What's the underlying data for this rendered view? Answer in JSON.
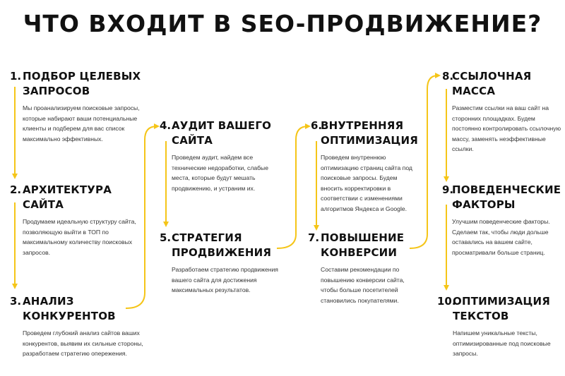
{
  "title": "ЧТО ВХОДИТ В SEO-ПРОДВИЖЕНИЕ?",
  "accent_color": "#F5C518",
  "steps": [
    {
      "num": "1.",
      "title": "ПОДБОР ЦЕЛЕВЫХ ЗАПРОСОВ",
      "desc": "Мы проанализируем поисковые запросы, которые набирают ваши потенциальные клиенты и подберем для вас список максимально эффективных."
    },
    {
      "num": "2.",
      "title": "АРХИТЕКТУРА САЙТА",
      "desc": "Продумаем идеальную структуру сайта, позволяющую выйти в ТОП по максимальному количеству поисковых запросов."
    },
    {
      "num": "3.",
      "title": "АНАЛИЗ КОНКУРЕНТОВ",
      "desc": "Проведем глубокий анализ сайтов ваших конкурентов, выявим их сильные стороны, разработаем стратегию опережения."
    },
    {
      "num": "4.",
      "title": "АУДИТ ВАШЕГО САЙТА",
      "desc": "Проведем аудит, найдем все технические недоработки, слабые места, которые будут мешать продвижению, и устраним их."
    },
    {
      "num": "5.",
      "title": "СТРАТЕГИЯ ПРОДВИЖЕНИЯ",
      "desc": "Разработаем стратегию продвижения вашего сайта для достижения максимальных результатов."
    },
    {
      "num": "6.",
      "title": "ВНУТРЕННЯЯ ОПТИМИЗАЦИЯ",
      "desc": "Проведем внутреннюю оптимизацию страниц сайта под поисковые запросы. Будем вносить корректировки в соответствии с изменениями алгоритмов Яндекса и Google."
    },
    {
      "num": "7.",
      "title": "ПОВЫШЕНИЕ КОНВЕРСИИ",
      "desc": "Составим рекомендации по повышению конверсии сайта, чтобы больше посетителей становились покупателями."
    },
    {
      "num": "8.",
      "title": "ССЫЛОЧНАЯ МАССА",
      "desc": "Разместим ссылки на ваш сайт на сторонних площадках. Будем постоянно контролировать ссылочную массу, заменять неэффективные ссылки."
    },
    {
      "num": "9.",
      "title": "ПОВЕДЕНЧЕСКИЕ ФАКТОРЫ",
      "desc": "Улучшим поведенческие факторы. Сделаем так, чтобы люди дольше оставались на вашем сайте, просматривали больше страниц."
    },
    {
      "num": "10.",
      "title": "ОПТИМИЗАЦИЯ ТЕКСТОВ",
      "desc": "Напишем уникальные тексты, оптимизированные под поисковые запросы."
    }
  ]
}
